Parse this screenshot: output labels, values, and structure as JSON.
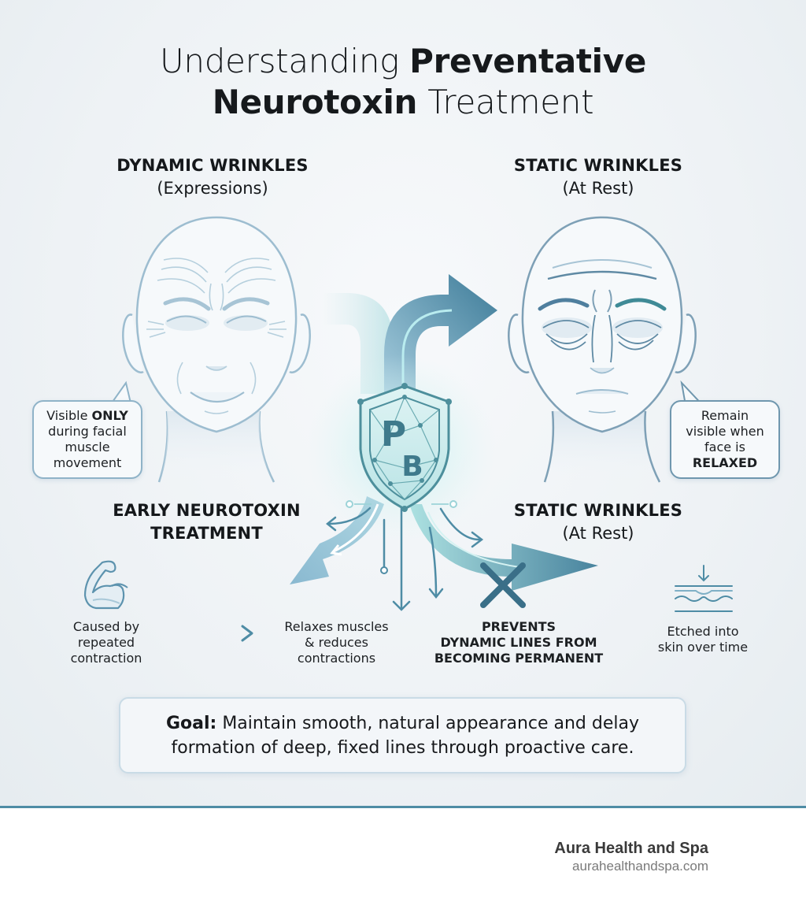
{
  "title": {
    "line1_light": "Understanding ",
    "line1_bold": "Preventative",
    "line2_bold": "Neurotoxin",
    "line2_light": " Treatment"
  },
  "sections": {
    "dynamic": {
      "heading": "DYNAMIC WRINKLES",
      "subheading": "(Expressions)"
    },
    "static_top": {
      "heading": "STATIC WRINKLES",
      "subheading": "(At Rest)"
    },
    "early_treatment": {
      "heading_line1": "EARLY NEUROTOXIN",
      "heading_line2": "TREATMENT"
    },
    "static_bottom": {
      "heading": "STATIC WRINKLES",
      "subheading": "(At Rest)"
    }
  },
  "bubbles": {
    "left": {
      "line1_pre": "Visible ",
      "line1_bold": "ONLY",
      "line2": "during facial",
      "line3": "muscle",
      "line4": "movement"
    },
    "right": {
      "line1": "Remain",
      "line2": "visible when",
      "line3": "face is",
      "line4_bold": "RELAXED"
    }
  },
  "captions": {
    "caused_by": {
      "line1": "Caused by",
      "line2": "repeated",
      "line3": "contraction"
    },
    "relaxes": {
      "line1": "Relaxes muscles",
      "line2": "& reduces",
      "line3": "contractions"
    },
    "prevents": {
      "line1": "PREVENTS",
      "line2": "DYNAMIC LINES FROM",
      "line3": "BECOMING PERMANENT"
    },
    "etched": {
      "line1": "Etched into",
      "line2": "skin over time"
    }
  },
  "shield": {
    "letter_top": "P",
    "letter_bottom": "B"
  },
  "icons": {
    "muscle": "flexed-arm-icon",
    "skin": "skin-layers-icon",
    "shield": "shield-network-icon",
    "blocked": "x-mark-icon"
  },
  "goal": {
    "label": "Goal:",
    "text": " Maintain smooth, natural appearance and delay formation of deep, fixed lines through proactive care."
  },
  "footer": {
    "brand_name": "Aura Health and Spa",
    "brand_url": "aurahealthandspa.com"
  },
  "colors": {
    "accent_teal": "#4e8ca5",
    "face_line": "#8fb3c8",
    "arrow_dark": "#3f7d99",
    "arrow_light": "#9cd3d8",
    "text": "#15181b"
  }
}
